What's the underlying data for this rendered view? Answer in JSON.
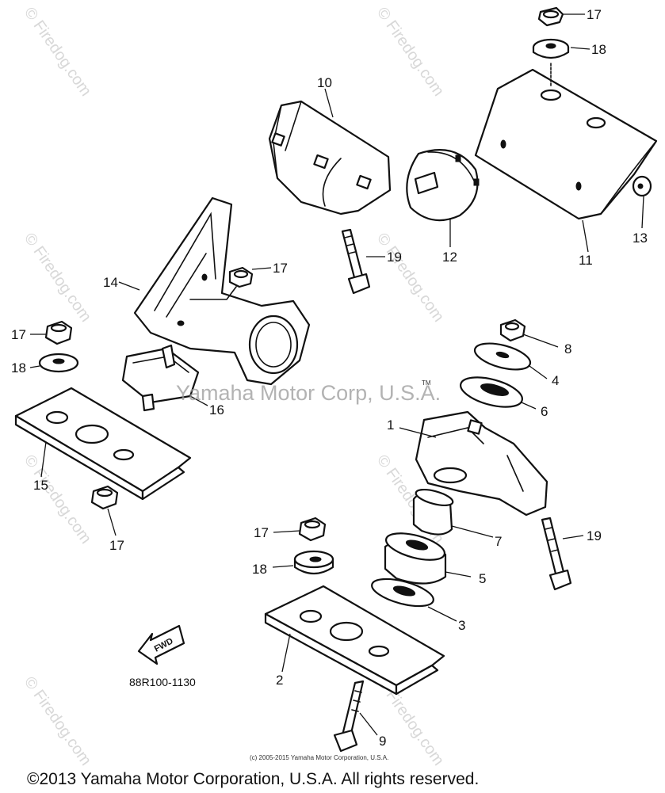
{
  "watermarks": {
    "site": "© Firedog.com",
    "center": "Yamaha Motor Corp, U.S.A.",
    "tm": "TM"
  },
  "callouts": {
    "c17a": "17",
    "c18a": "18",
    "c10": "10",
    "c12": "12",
    "c11": "11",
    "c13": "13",
    "c19a": "19",
    "c14": "14",
    "c17b": "17",
    "c17c": "17",
    "c18b": "18",
    "c16": "16",
    "c8": "8",
    "c4": "4",
    "c6": "6",
    "c1": "1",
    "c15": "15",
    "c17d": "17",
    "c17e": "17",
    "c7": "7",
    "c19b": "19",
    "c18c": "18",
    "c5": "5",
    "c3": "3",
    "c2": "2",
    "c9": "9"
  },
  "forward_label": "FWD",
  "diagram_code": "88R100-1130",
  "small_copyright": "(c) 2005-2015 Yamaha Motor Corporation, U.S.A.",
  "copyright": "©2013 Yamaha Motor Corporation, U.S.A. All rights reserved."
}
